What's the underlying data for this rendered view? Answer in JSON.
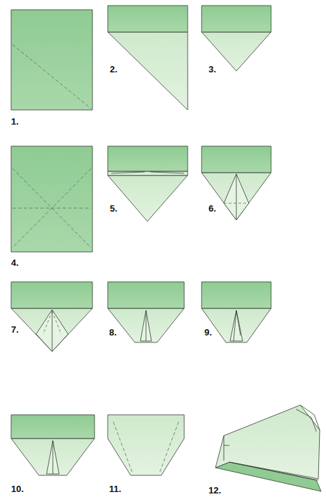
{
  "diagram": {
    "labels": [
      "1.",
      "2.",
      "3.",
      "4.",
      "5.",
      "6.",
      "7.",
      "8.",
      "9.",
      "10.",
      "11.",
      "12."
    ]
  }
}
